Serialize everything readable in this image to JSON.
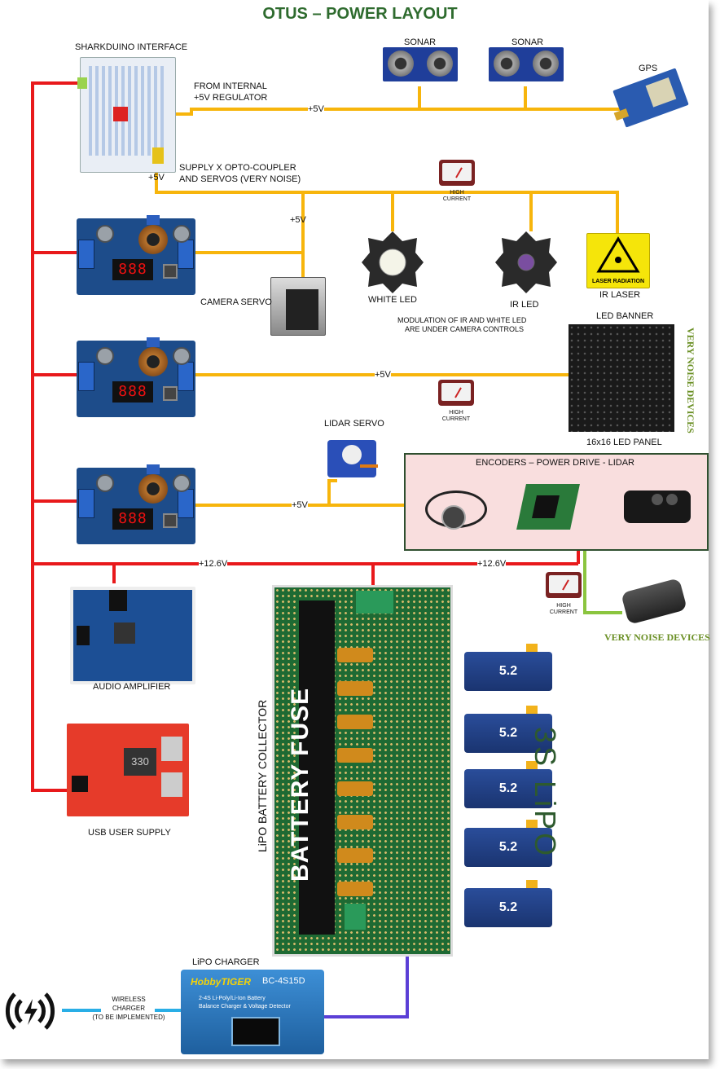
{
  "title": "OTUS – POWER LAYOUT",
  "labels": {
    "sharkduino": "SHARKDUINO INTERFACE",
    "sonar1": "SONAR",
    "sonar2": "SONAR",
    "gps": "GPS",
    "from_internal_1": "FROM INTERNAL",
    "from_internal_2": "+5V REGULATOR",
    "v5_top": "+5V",
    "supply_plus5v": "+5V",
    "supply_x1": "SUPPLY X OPTO-COUPLER",
    "supply_x2": "AND SERVOS (VERY NOISE)",
    "high_current_1": "HIGH CURRENT",
    "v5_cam": "+5V",
    "camera_servo": "CAMERA SERVO",
    "white_led": "WHITE LED",
    "ir_led": "IR LED",
    "ir_laser": "IR LASER",
    "laser_sign": "LASER RADIATION",
    "modulation_1": "MODULATION OF IR AND WHITE LED",
    "modulation_2": "ARE UNDER CAMERA CONTROLS",
    "led_banner": "LED BANNER",
    "very_noise_devices_vertical": "VERY NOISE DEVICES",
    "v5_banner": "+5V",
    "high_current_2": "HIGH CURRENT",
    "led_panel": "16x16 LED PANEL",
    "lidar_servo": "LIDAR SERVO",
    "encoders": "ENCODERS – POWER DRIVE - LIDAR",
    "v5_lidar": "+5V",
    "v12_left": "+12.6V",
    "v12_right": "+12.6V",
    "high_current_3": "HIGH CURRENT",
    "very_noise_devices": "VERY NOISE DEVICES",
    "audio_amp": "AUDIO AMPLIFIER",
    "usb_supply": "USB USER SUPPLY",
    "lipo_collector": "LiPO BATTERY COLLECTOR",
    "battery_fuse": "BATTERY FUSE",
    "three_s_lipo": "3S LiPO",
    "lipo_charger": "LiPO CHARGER",
    "wireless_1": "WIRELESS",
    "wireless_2": "CHARGER",
    "wireless_3": "(TO BE IMPLEMENTED)",
    "charger_brand": "HobbyTIGER",
    "charger_model": "BC-4S15D",
    "charger_desc_1": "2-4S Li-Poly/Li-Ion Battery",
    "charger_desc_2": "Balance Charger & Voltage Detector",
    "stepdown_display": "888",
    "battery_badge": "5.2",
    "usb_board_mark": "330"
  },
  "colors": {
    "wire_12v": "#e8191b",
    "wire_5v": "#f7b50c",
    "wire_noise": "#8bc53f",
    "wire_charge": "#5b3fd6",
    "wire_wireless": "#29aee6",
    "title": "#2e6b2e"
  }
}
